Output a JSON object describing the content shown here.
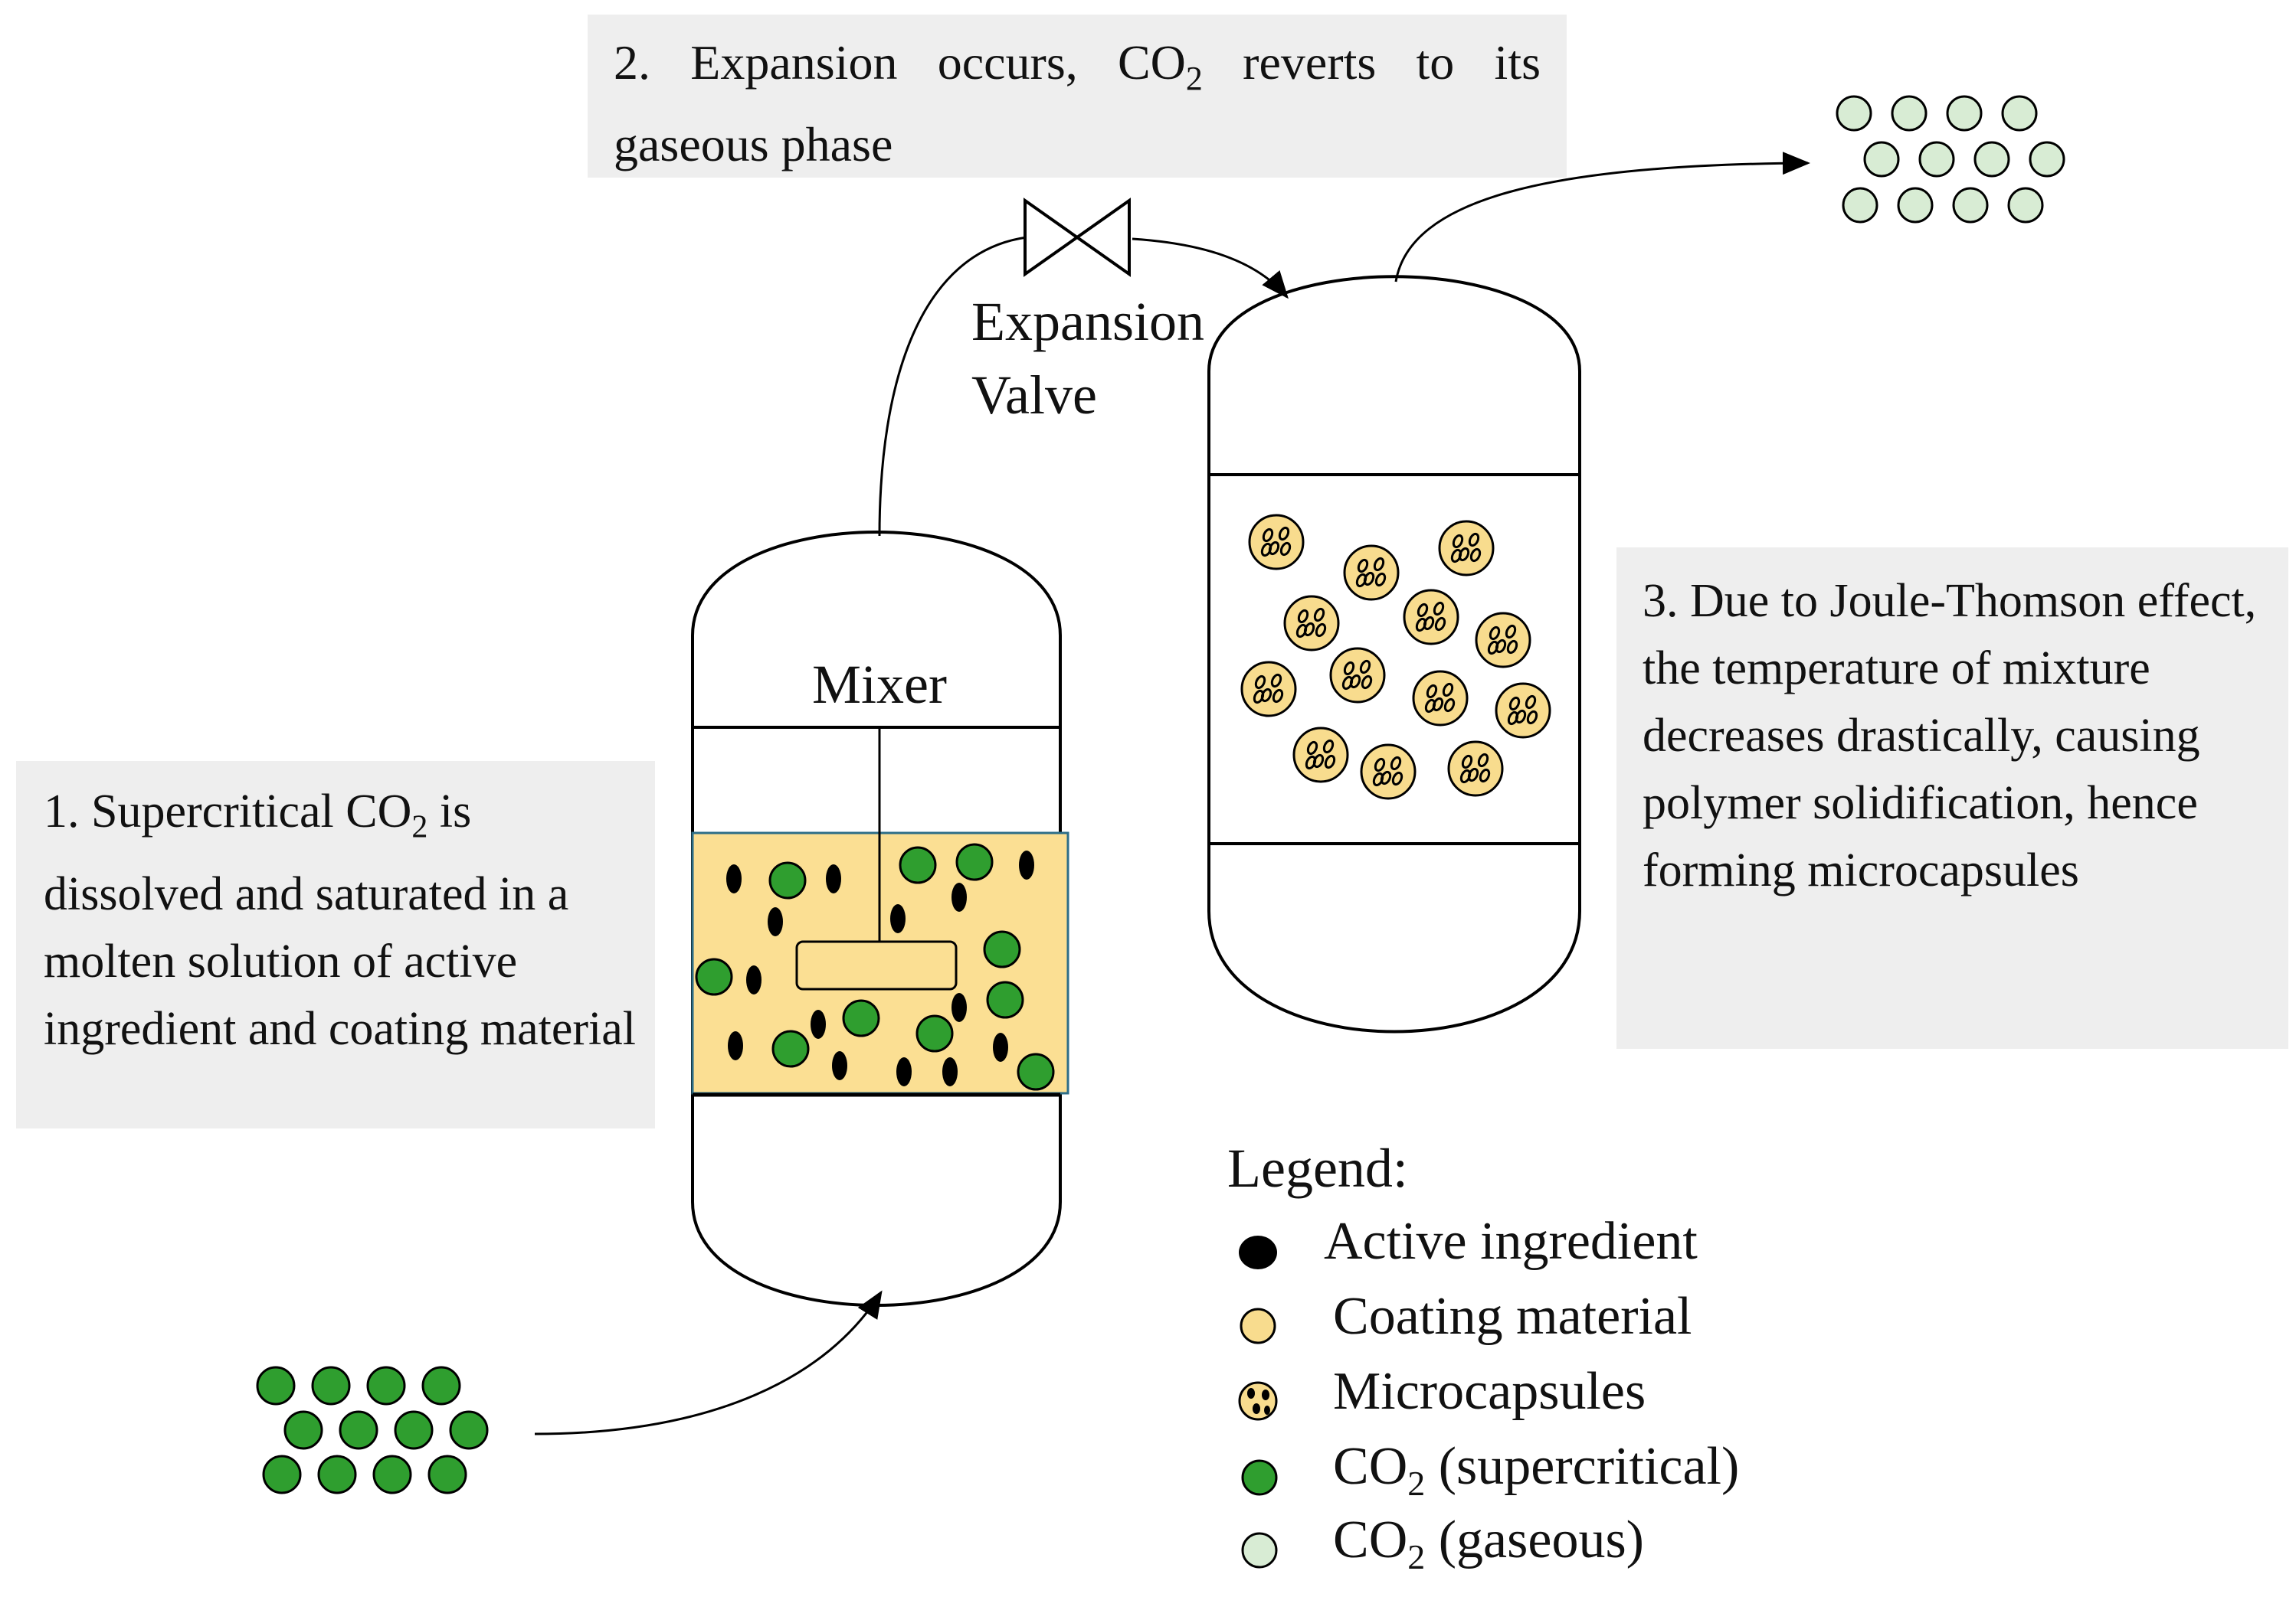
{
  "steps": {
    "step1": {
      "pre": "1. Supercritical CO",
      "sub": "2",
      "post": " is dissolved and saturated in a molten solution of active ingredient and coating material"
    },
    "step2": {
      "pre": "2. Expansion occurs, CO",
      "sub": "2",
      "post": " reverts to its gaseous phase"
    },
    "step3": {
      "text": "3. Due to Joule-Thomson effect, the temperature of mixture decreases drastically, causing polymer solidification, hence forming microcapsules"
    }
  },
  "labels": {
    "mixer": "Mixer",
    "valve_line1": "Expansion",
    "valve_line2": "Valve"
  },
  "legend": {
    "title": "Legend:",
    "items": [
      {
        "key": "active",
        "text": "Active ingredient"
      },
      {
        "key": "coating",
        "text": "Coating material"
      },
      {
        "key": "microcapsule",
        "text": "Microcapsules"
      },
      {
        "key": "co2_sc",
        "pre": "CO",
        "sub": "2",
        "post": " (supercritical)"
      },
      {
        "key": "co2_gas",
        "pre": "CO",
        "sub": "2",
        "post": " (gaseous)"
      }
    ]
  },
  "colors": {
    "coating_fill": "#f8dc8e",
    "mixture_fill": "#fbdf93",
    "supercritical_green": "#2f9e2f",
    "gaseous_green": "#d8ecd4",
    "active_black": "#000000",
    "box_grey": "#eeeeee"
  }
}
